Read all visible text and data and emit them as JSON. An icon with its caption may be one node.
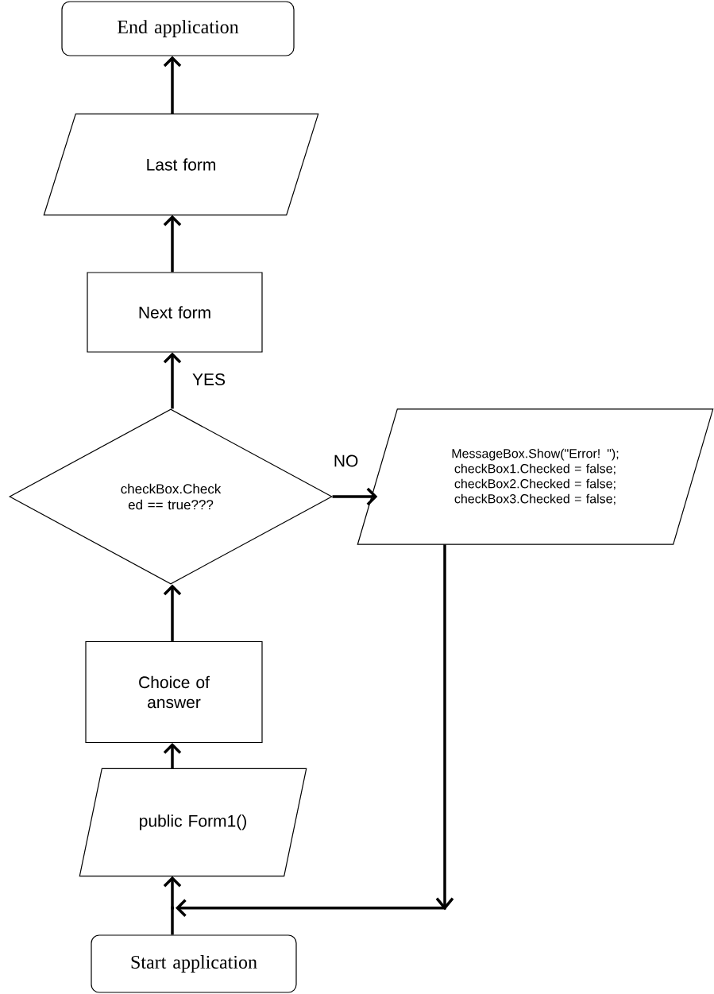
{
  "diagram": {
    "nodes": [
      {
        "text": [
          "End application"
        ]
      },
      {
        "text": [
          "Last form"
        ]
      },
      {
        "text": [
          "Next form"
        ]
      },
      {
        "text": [
          "checkBox.Check ed == true???"
        ]
      },
      {
        "text": [
          "MessageBox.Show(\"Error! \"); checkBox1.Checked = false; checkBox2.Checked = false; checkBox3.Checked = false;"
        ]
      },
      {
        "text": [
          "Choice of answer"
        ]
      },
      {
        "text": [
          "public Form1()"
        ]
      },
      {
        "text": [
          "Start application"
        ]
      }
    ],
    "edges": [
      {
        "from": 7,
        "to": 6,
        "arrow": "to"
      },
      {
        "from": 6,
        "to": 5,
        "arrow": "to"
      },
      {
        "from": 5,
        "to": 3,
        "arrow": "to"
      },
      {
        "from": 3,
        "to": 2,
        "arrow": "to",
        "label": "YES"
      },
      {
        "from": 2,
        "to": 1,
        "arrow": "to"
      },
      {
        "from": 1,
        "to": 0,
        "arrow": "to"
      },
      {
        "from": 3,
        "to": 4,
        "arrow": "to",
        "label": "NO"
      },
      {
        "from": 4,
        "to": 6,
        "arrow": "to"
      }
    ]
  }
}
